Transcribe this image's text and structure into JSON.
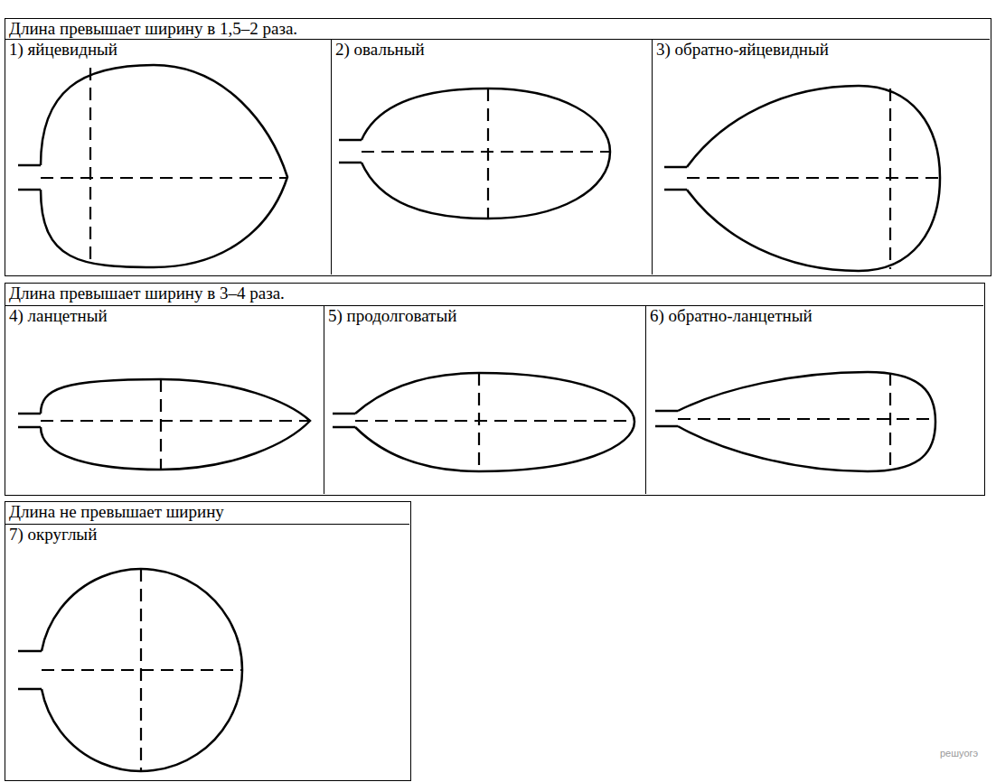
{
  "diagram": {
    "nodes": [
      {
        "text": [
          "Длина превышает ширину в 1,5–2 раза."
        ]
      },
      {
        "text": [
          "1) яйцевидный"
        ],
        "in": 0
      },
      {
        "text": [
          "2) овальный"
        ],
        "in": 0
      },
      {
        "text": [
          "3) обратно-яйцевидный"
        ],
        "in": 0
      },
      {
        "text": [
          "Длина превышает ширину в 3–4 раза."
        ]
      },
      {
        "text": [
          "4) ланцетный"
        ],
        "in": 4
      },
      {
        "text": [
          "5) продолговатый"
        ],
        "in": 4
      },
      {
        "text": [
          "6) обратно-ланцетный"
        ],
        "in": 4
      },
      {
        "text": [
          "Длина не превышает ширину"
        ]
      },
      {
        "text": [
          "7) округлый"
        ],
        "in": 8
      }
    ],
    "labels": [
      "решуогэ"
    ]
  }
}
